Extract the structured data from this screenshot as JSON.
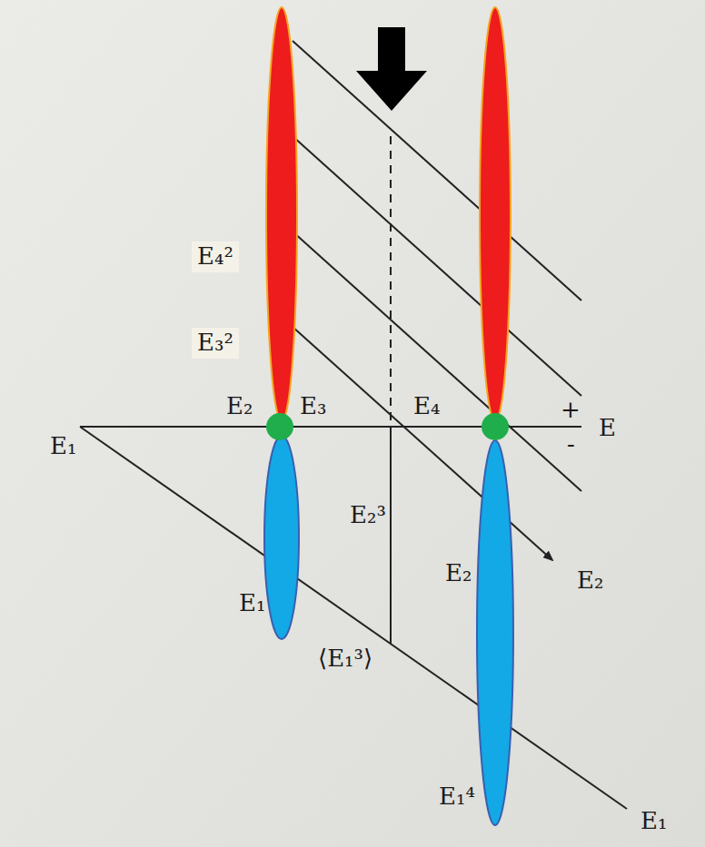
{
  "diagram": {
    "labels": [
      "E₄²",
      "E₃²",
      "E₁",
      "E₂",
      "E₃",
      "E₄",
      "+",
      "E",
      "-",
      "E₂³",
      "E₁",
      "E₂",
      "⟨E₁³⟩",
      "E₂",
      "E₁⁴",
      "E₁"
    ]
  }
}
